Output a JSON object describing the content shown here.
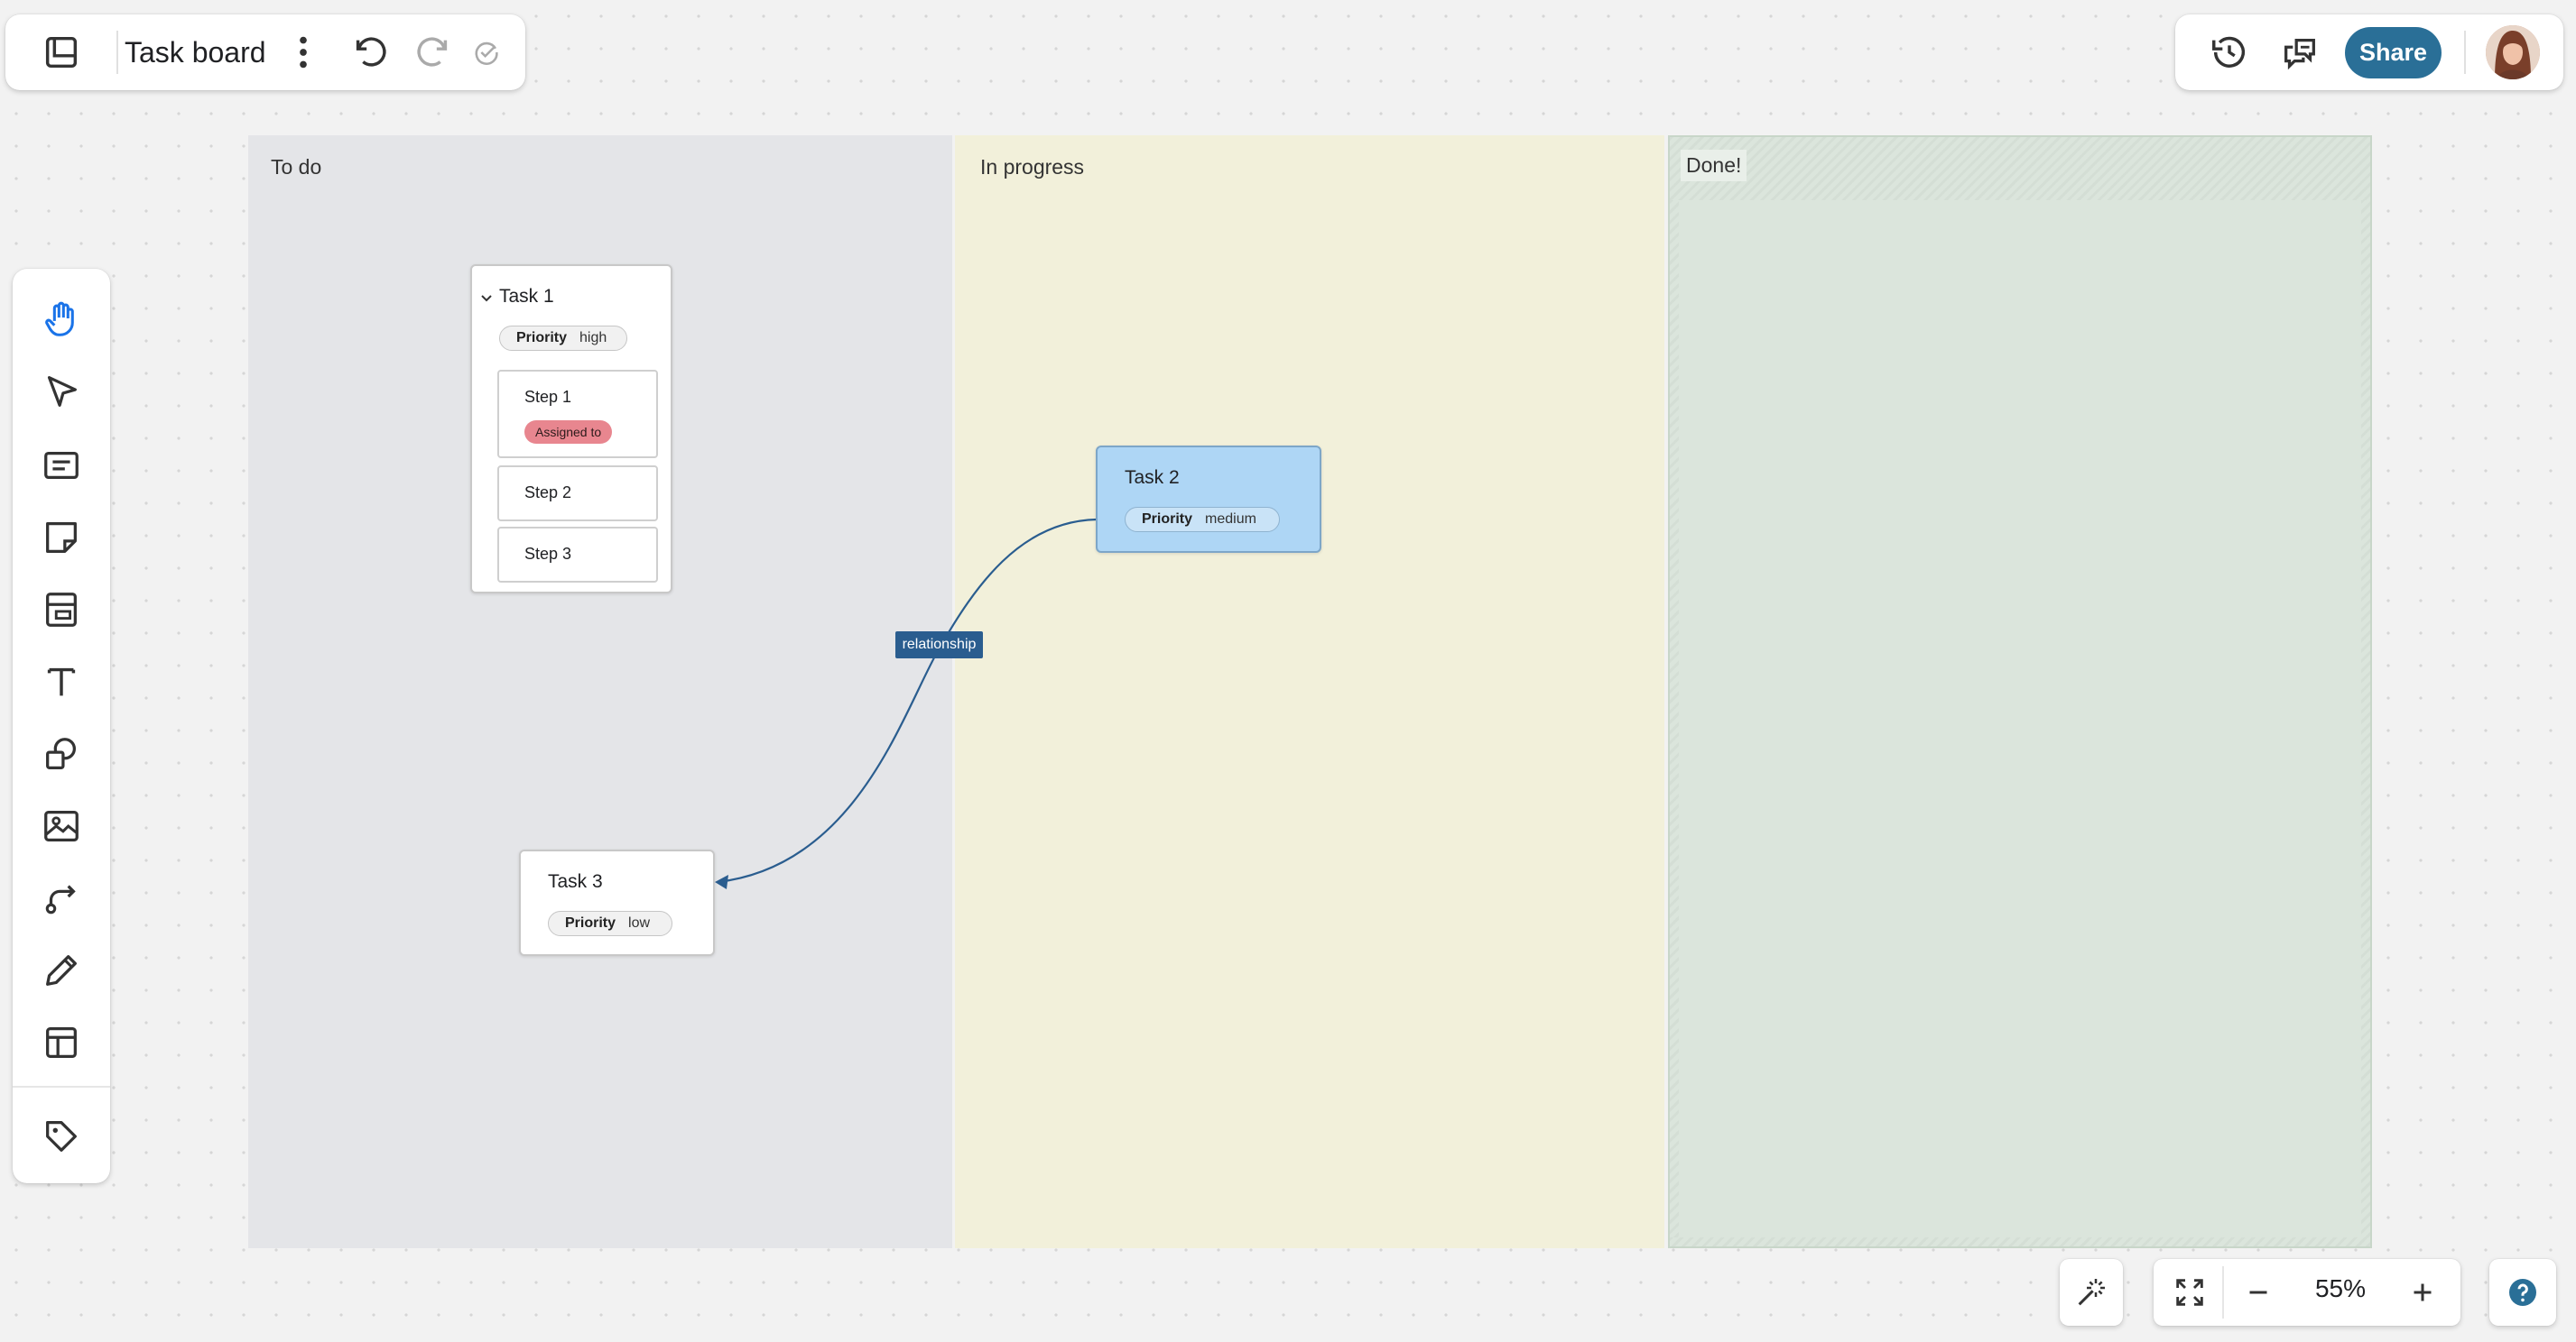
{
  "header": {
    "title": "Task board",
    "icons": [
      "board-logo-icon",
      "more-vert-icon",
      "undo-icon",
      "redo-icon",
      "saved-check-icon"
    ]
  },
  "top_right": {
    "share_label": "Share",
    "icons": [
      "history-icon",
      "comments-icon",
      "avatar"
    ]
  },
  "toolbar": {
    "tools": [
      "hand-icon",
      "select-pointer-icon",
      "text-card-icon",
      "sticky-note-icon",
      "frame-card-icon",
      "text-icon",
      "shapes-icon",
      "image-icon",
      "connector-icon",
      "pen-icon",
      "layout-icon",
      "tag-icon"
    ],
    "active_tool": "hand-icon",
    "accent_color": "#1a73e8"
  },
  "columns": [
    {
      "label": "To do",
      "color": "#e4e5e8"
    },
    {
      "label": "In progress",
      "color": "#f2f0da"
    },
    {
      "label": "Done!",
      "color": "#dbe5dc"
    }
  ],
  "tasks": {
    "task1": {
      "title": "Task 1",
      "priority_key": "Priority",
      "priority_value": "high",
      "steps": [
        {
          "label": "Step 1",
          "badge": "Assigned to"
        },
        {
          "label": "Step 2"
        },
        {
          "label": "Step 3"
        }
      ]
    },
    "task2": {
      "title": "Task 2",
      "priority_key": "Priority",
      "priority_value": "medium",
      "color": "#aed6f5"
    },
    "task3": {
      "title": "Task 3",
      "priority_key": "Priority",
      "priority_value": "low"
    }
  },
  "connector": {
    "label": "relationship",
    "color": "#2a5d8f"
  },
  "bottom_bar": {
    "zoom": "55%",
    "icons": [
      "magic-wand-icon",
      "fit-screen-icon",
      "zoom-out-icon",
      "zoom-in-icon",
      "help-icon"
    ]
  }
}
